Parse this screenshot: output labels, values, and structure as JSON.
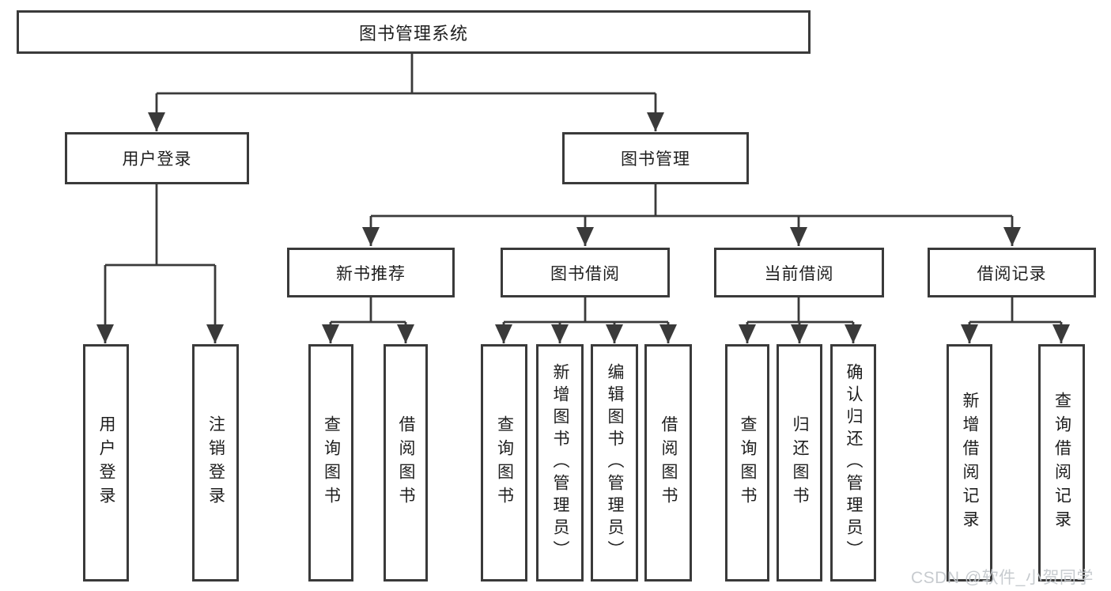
{
  "diagram": {
    "title": "图书管理系统",
    "tree": {
      "root": {
        "label": "图书管理系统"
      },
      "branches": [
        {
          "label": "用户登录",
          "children": [
            {
              "label": "用户登录"
            },
            {
              "label": "注销登录"
            }
          ]
        },
        {
          "label": "图书管理",
          "children": [
            {
              "label": "新书推荐",
              "children": [
                {
                  "label": "查询图书"
                },
                {
                  "label": "借阅图书"
                }
              ]
            },
            {
              "label": "图书借阅",
              "children": [
                {
                  "label": "查询图书"
                },
                {
                  "label": "新增图书（管理员）"
                },
                {
                  "label": "编辑图书（管理员）"
                },
                {
                  "label": "借阅图书"
                }
              ]
            },
            {
              "label": "当前借阅",
              "children": [
                {
                  "label": "查询图书"
                },
                {
                  "label": "归还图书"
                },
                {
                  "label": "确认归还（管理员）"
                }
              ]
            },
            {
              "label": "借阅记录",
              "children": [
                {
                  "label": "新增借阅记录"
                },
                {
                  "label": "查询借阅记录"
                }
              ]
            }
          ]
        }
      ]
    },
    "watermark": {
      "text": "CSDN @软件_小贺同学",
      "color": "#c3c7cb"
    },
    "colors": {
      "line": "#3a3a3a",
      "box_border": "#3a3a3a",
      "text": "#1e1e1e",
      "background": "#ffffff"
    }
  }
}
